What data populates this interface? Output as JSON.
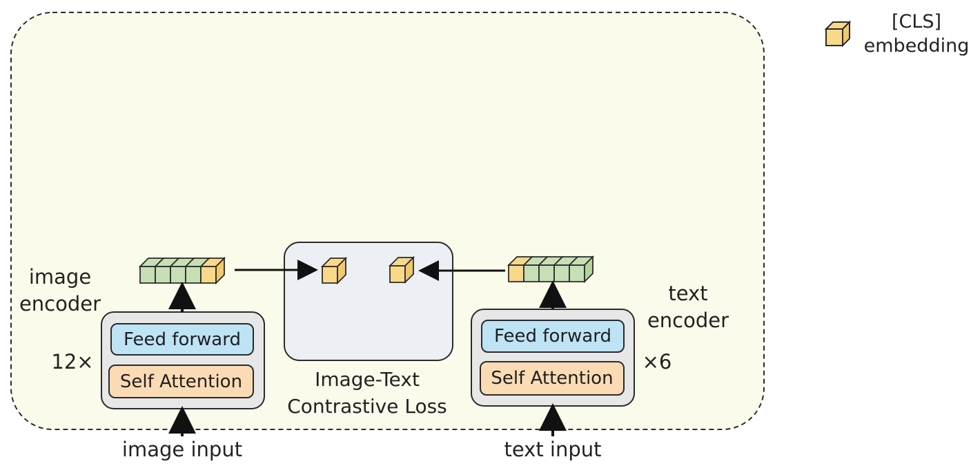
{
  "legend": {
    "line1": "[CLS]",
    "line2": "embedding"
  },
  "image_branch": {
    "title_line1": "image",
    "title_line2": "encoder",
    "repeat": "12×",
    "feed_forward": "Feed forward",
    "self_attention": "Self Attention",
    "input": "image input"
  },
  "text_branch": {
    "title_line1": "text",
    "title_line2": "encoder",
    "repeat": "×6",
    "feed_forward": "Feed forward",
    "self_attention": "Self Attention",
    "input": "text input"
  },
  "contrastive": {
    "line1": "Image-Text",
    "line2": "Contrastive Loss"
  },
  "colors": {
    "region_fill": "#fbfbeb",
    "cls_yellow": "#f8d98a",
    "token_green": "#c7dfb4",
    "feed_forward_blue": "#bde3f5",
    "self_attention_orange": "#fadbb4",
    "encoder_gray": "#e7e7e7",
    "loss_panel": "#ecf0f4"
  }
}
